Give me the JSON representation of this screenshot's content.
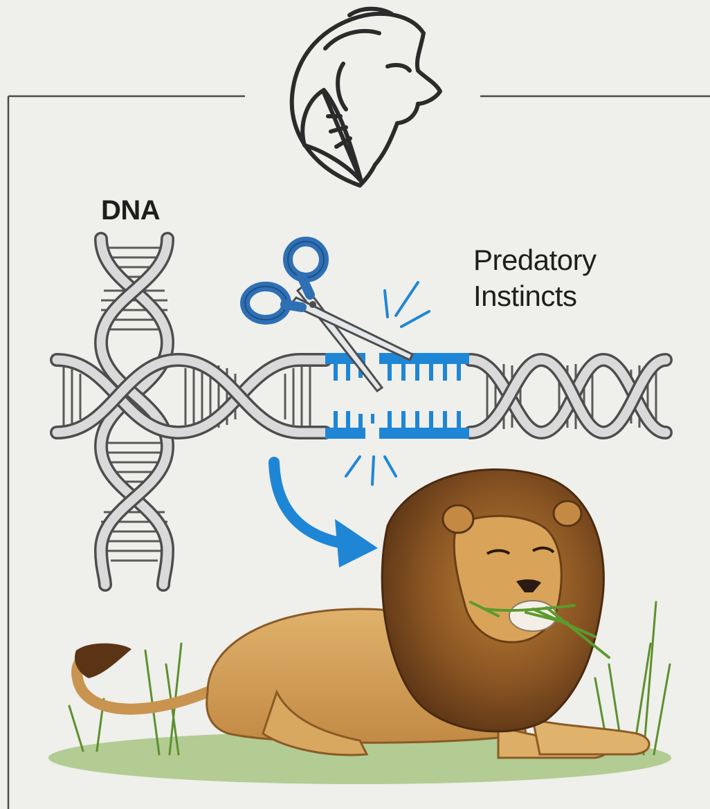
{
  "labels": {
    "dna": "DNA",
    "instincts_line1": "Predatory",
    "instincts_line2": "Instincts"
  },
  "icons": {
    "logo": "lion-leaf-logo-icon",
    "cut": "scissors-icon",
    "direction": "curved-arrow-icon",
    "subject": "lion-eating-grass"
  },
  "colors": {
    "background": "#efefeb",
    "frame_line": "#4a4a4a",
    "dna_strand": "#d2d2d2",
    "dna_outline": "#4d4d4d",
    "highlight_blue": "#1f86d6",
    "scissors_blue": "#2f6fb4",
    "lion_body": "#d7a55c",
    "lion_mane": "#7a4a1f",
    "grass": "#6fa23e"
  }
}
